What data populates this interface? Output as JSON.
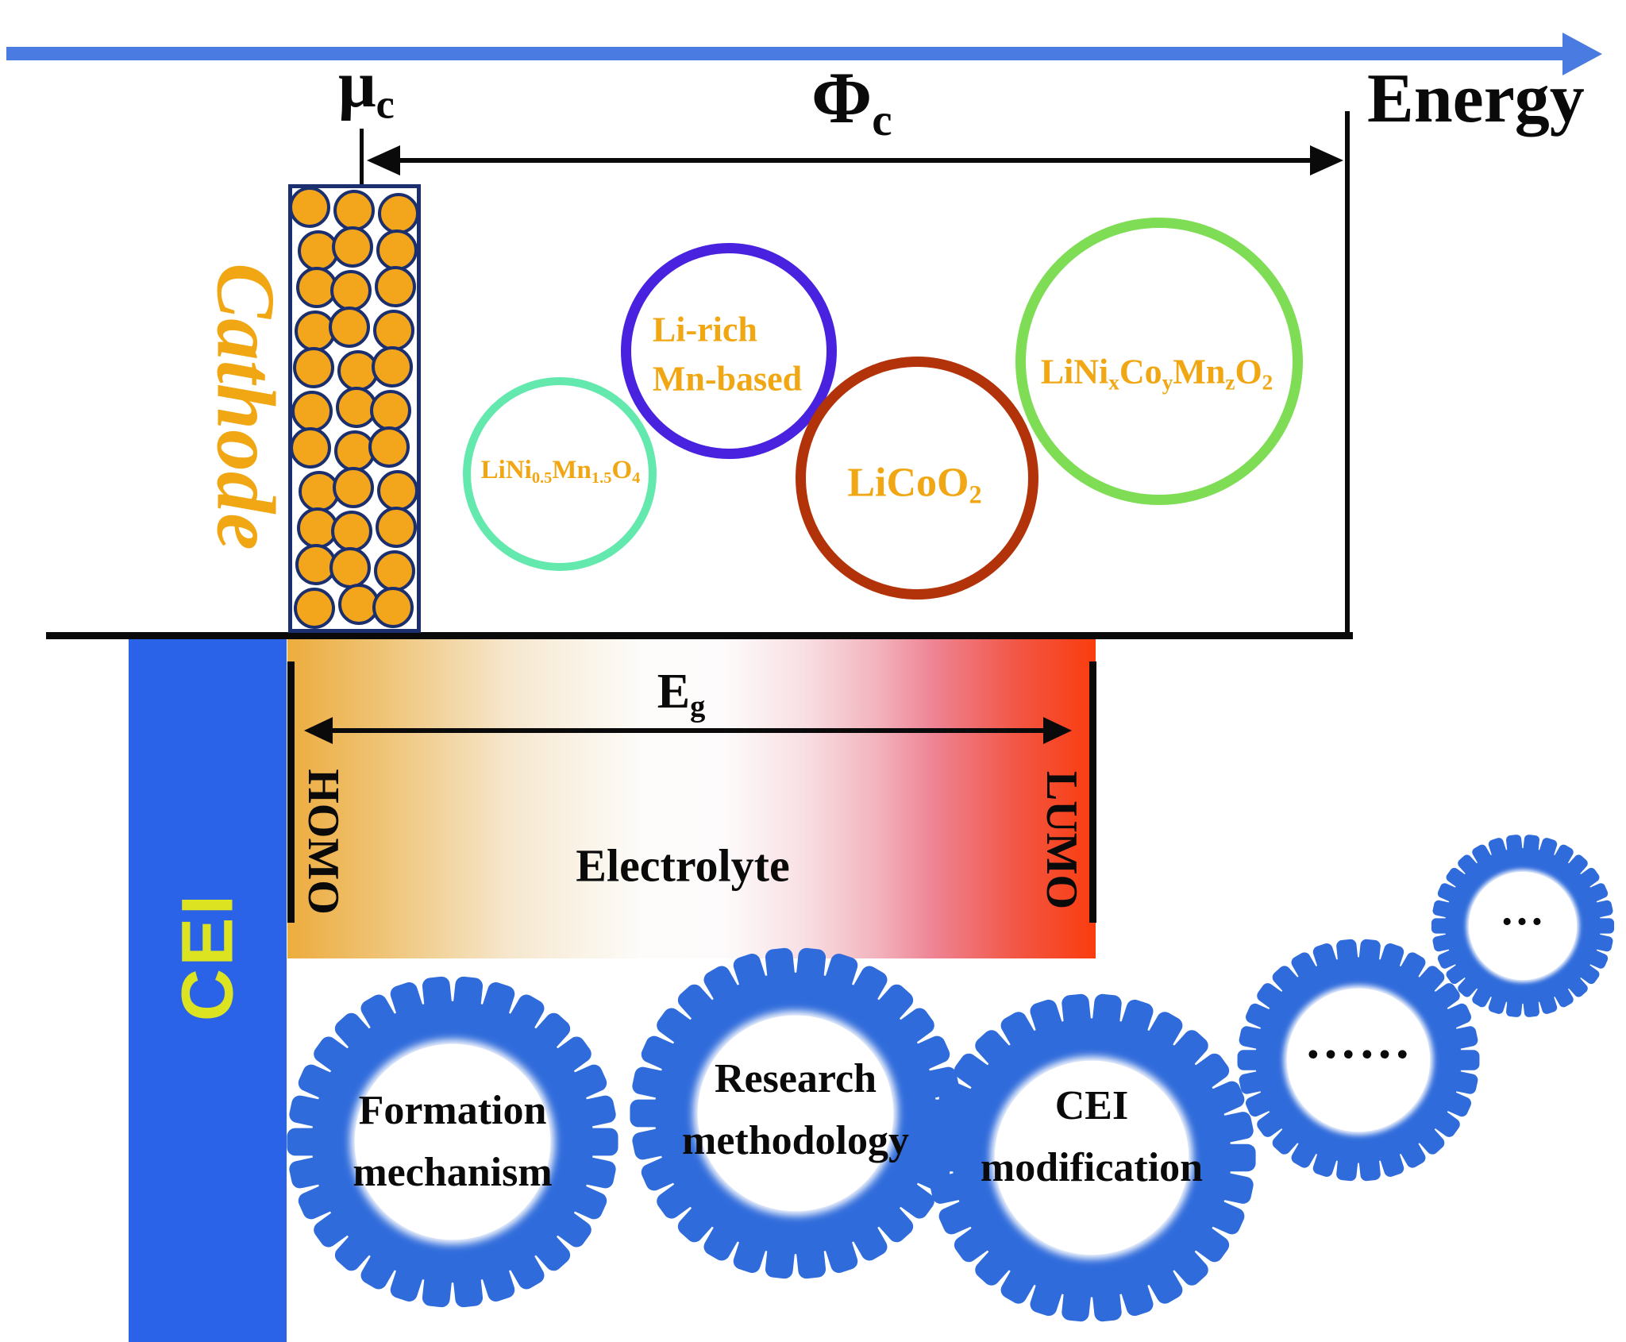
{
  "energy_axis": {
    "label": "Energy"
  },
  "labels": {
    "mu": "μ_{c}",
    "phi": "Φ_{c}",
    "eg": "E_{g}",
    "homo": "HOMO",
    "lumo": "LUMO",
    "electrolyte": "Electrolyte"
  },
  "cathode": {
    "label": "Cathode",
    "materials": [
      {
        "formula": "LiNi_{0.5}Mn_{1.5}O_{4}",
        "ring_color": "#63e8ae"
      },
      {
        "line1": "Li-rich",
        "line2": "Mn-based",
        "ring_color": "#4822df"
      },
      {
        "formula": "LiCoO_{2}",
        "ring_color": "#b23309"
      },
      {
        "formula": "LiNi_{x}Co_{y}Mn_{z}O_{2}",
        "ring_color": "#7edd55"
      }
    ]
  },
  "cei": {
    "label": "CEI"
  },
  "gears": {
    "items": [
      {
        "lines": [
          "Formation",
          "mechanism"
        ]
      },
      {
        "lines": [
          "Research",
          "methodology"
        ]
      },
      {
        "lines": [
          "CEI",
          "modification"
        ]
      },
      {
        "lines": [
          "……"
        ]
      },
      {
        "lines": [
          "…"
        ]
      }
    ]
  },
  "colors": {
    "energy_arrow": "#4a7be0",
    "cei_bar": "#2a62e8",
    "cei_text": "#dce422",
    "gear": "#2f6bdb",
    "particle": "#f3a51b",
    "particle_stroke": "#1b2f6e",
    "gold_text": "#f0a713",
    "ink": "#0a0a0a"
  }
}
